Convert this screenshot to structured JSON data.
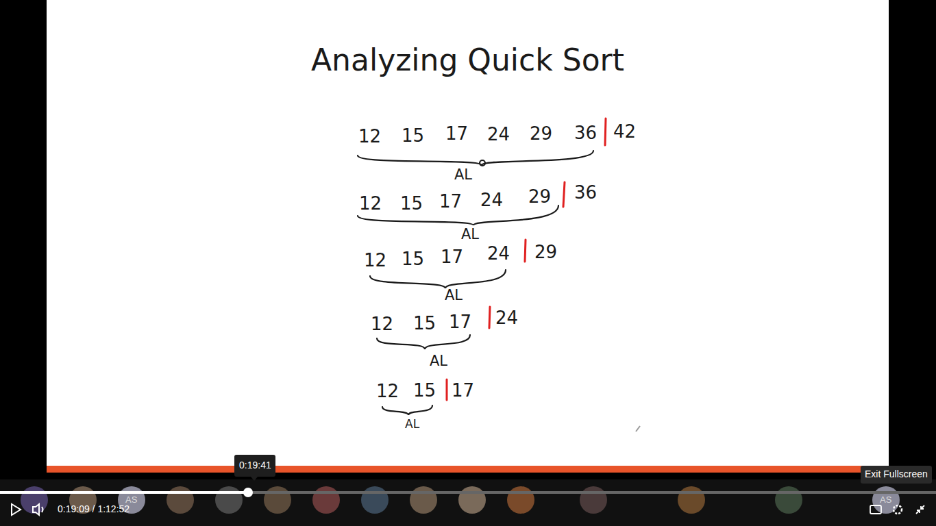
{
  "diagram": {
    "title": "Analyzing Quick Sort",
    "labels": [
      "12",
      "15",
      "17",
      "24",
      "29",
      "36",
      "42",
      "AL",
      "12",
      "15",
      "17",
      "24",
      "29",
      "36",
      "AL",
      "12",
      "15",
      "17",
      "24",
      "29",
      "AL",
      "12",
      "15",
      "17",
      "24",
      "AL",
      "12",
      "15",
      "17",
      "AL",
      "0:19:41",
      "0:19:09 / 1:12:52",
      "Exit Fullscreen",
      "AS",
      "AS"
    ]
  }
}
